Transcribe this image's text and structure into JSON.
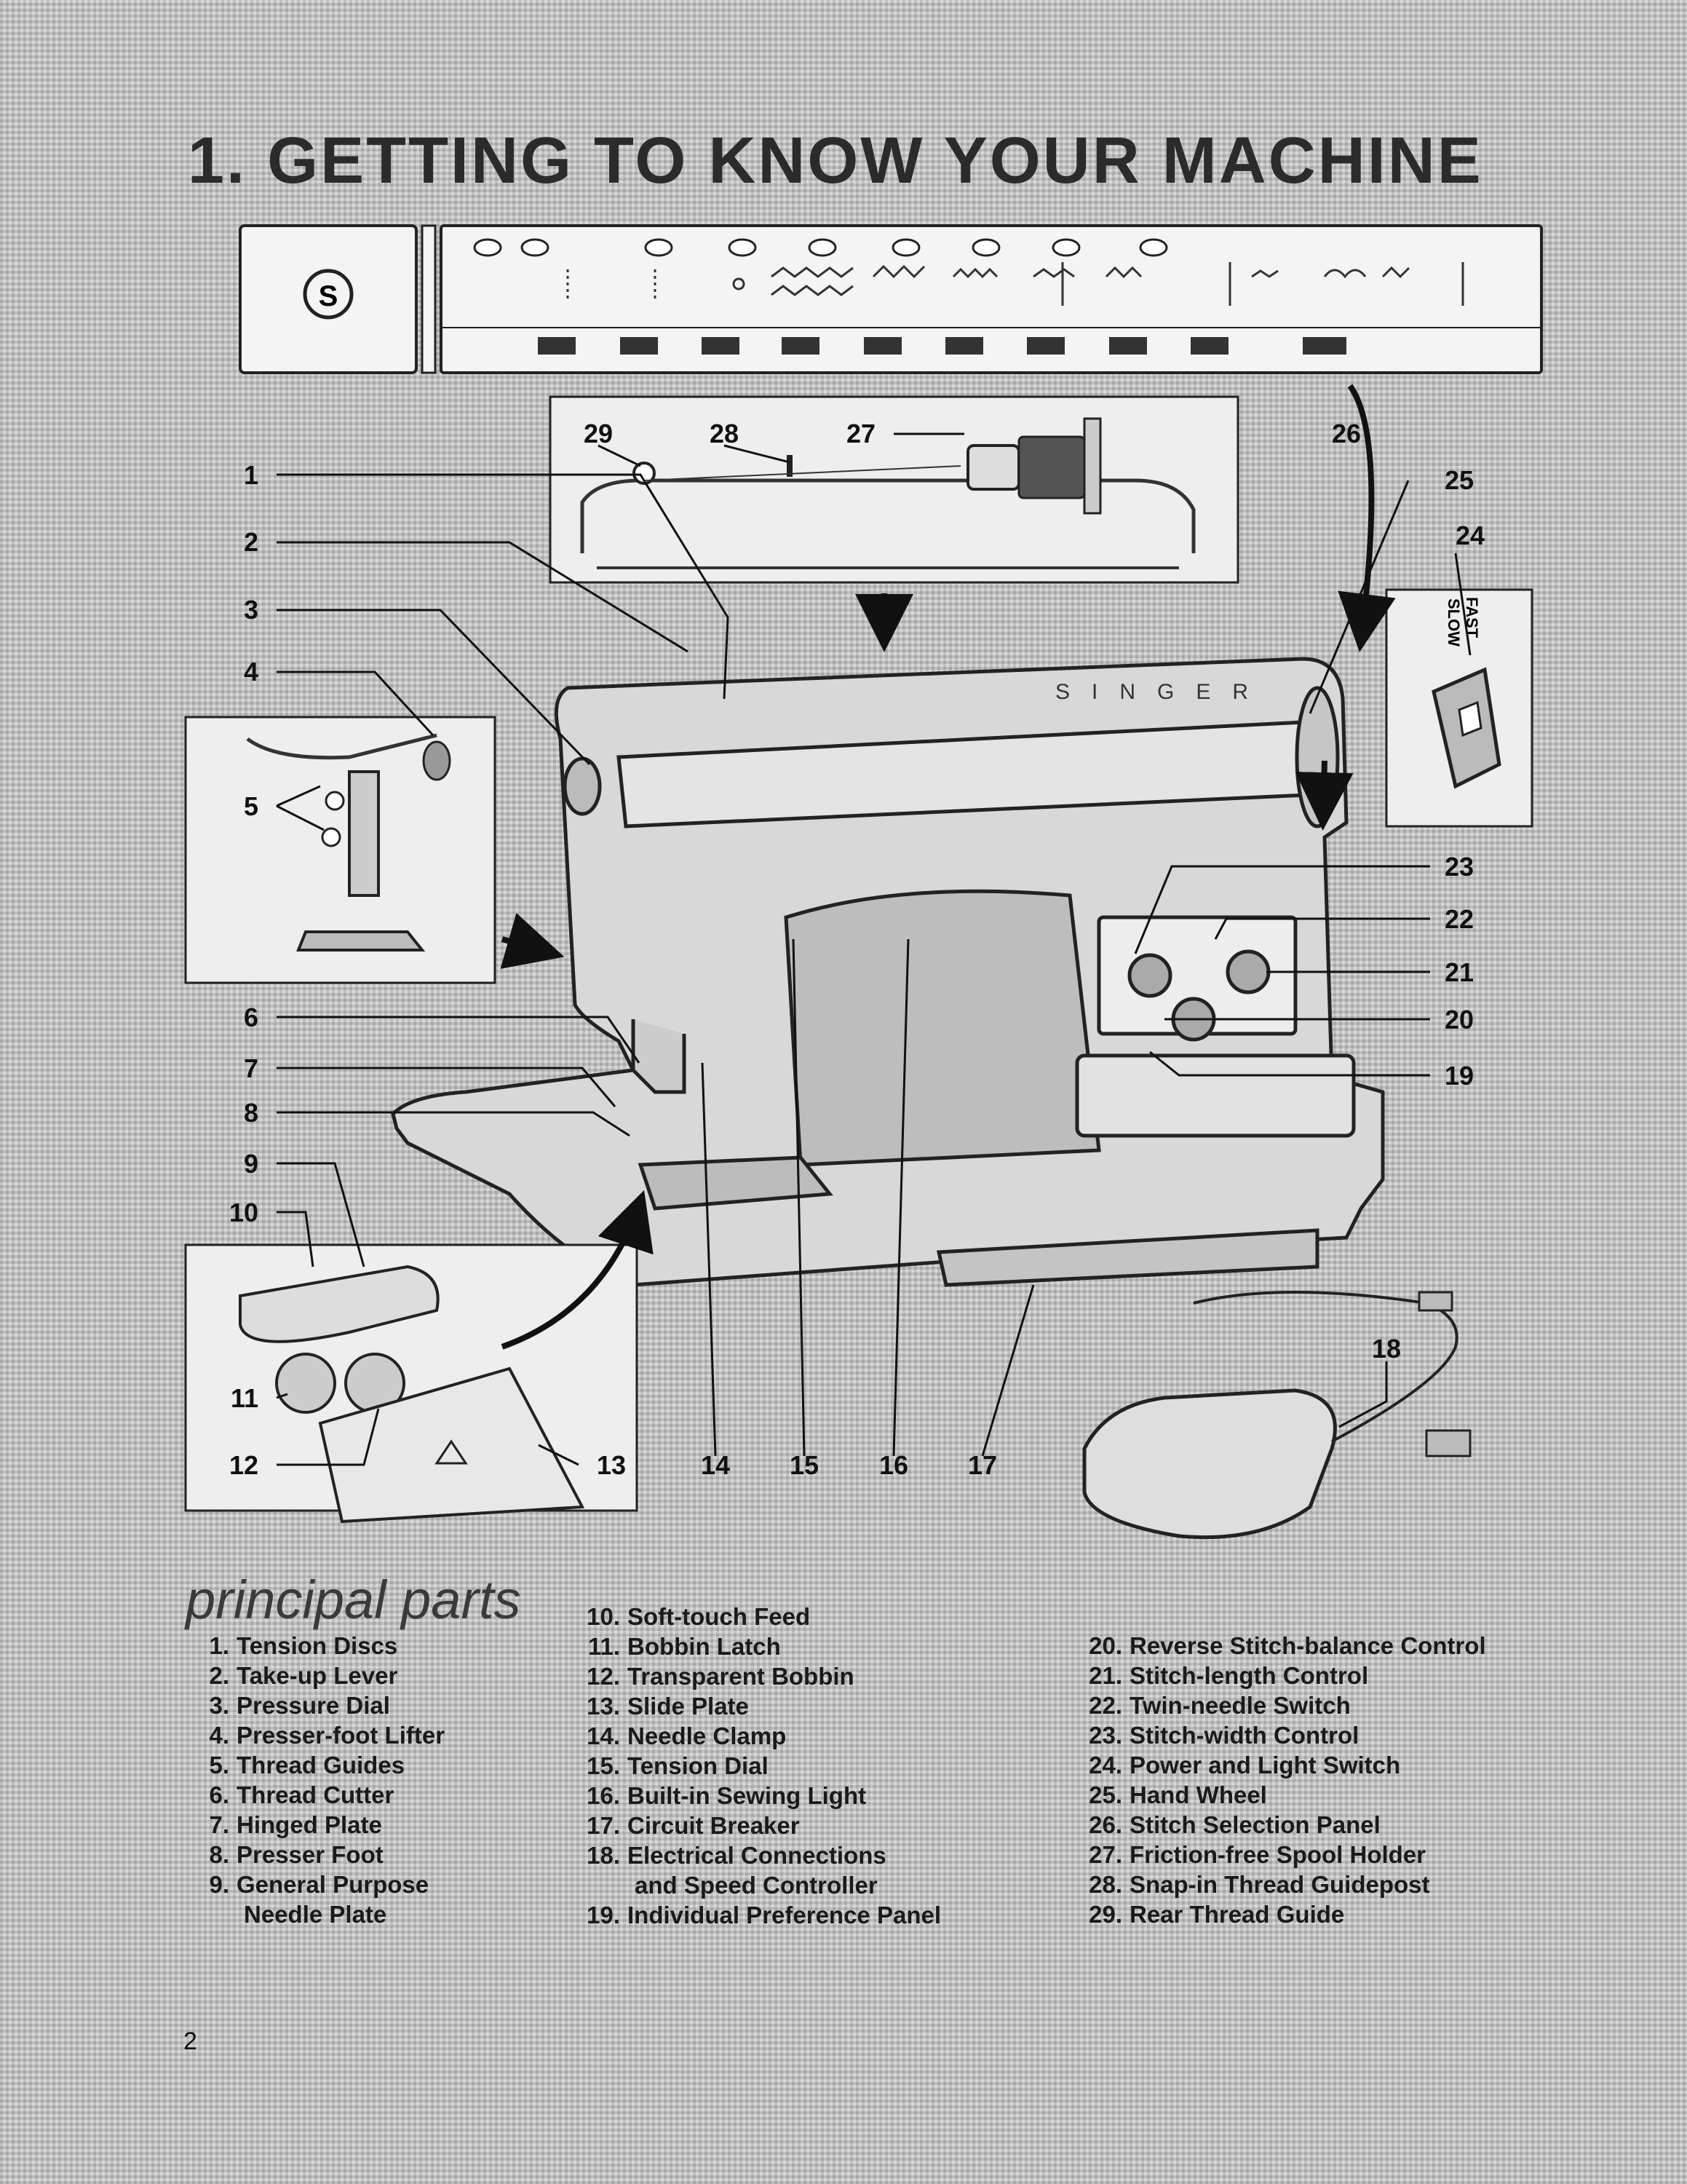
{
  "title": "1. GETTING TO KNOW YOUR MACHINE",
  "brand_logo_letter": "S",
  "brand_name": "SINGER",
  "speed_switch": {
    "fast": "FAST",
    "slow": "SLOW"
  },
  "callouts": [
    "1",
    "2",
    "3",
    "4",
    "5",
    "6",
    "7",
    "8",
    "9",
    "10",
    "11",
    "12",
    "13",
    "14",
    "15",
    "16",
    "17",
    "18",
    "19",
    "20",
    "21",
    "22",
    "23",
    "24",
    "25",
    "26",
    "27",
    "28",
    "29"
  ],
  "section_heading": "principal parts",
  "parts_col1": [
    {
      "num": "1.",
      "label": "Tension Discs"
    },
    {
      "num": "2.",
      "label": "Take-up Lever"
    },
    {
      "num": "3.",
      "label": "Pressure Dial"
    },
    {
      "num": "4.",
      "label": "Presser-foot Lifter"
    },
    {
      "num": "5.",
      "label": "Thread Guides"
    },
    {
      "num": "6.",
      "label": "Thread Cutter"
    },
    {
      "num": "7.",
      "label": "Hinged Plate"
    },
    {
      "num": "8.",
      "label": "Presser Foot"
    },
    {
      "num": "9.",
      "label": "General Purpose"
    },
    {
      "num": "",
      "label": "Needle Plate"
    }
  ],
  "parts_col2": [
    {
      "num": "10.",
      "label": "Soft-touch Feed"
    },
    {
      "num": "11.",
      "label": "Bobbin Latch"
    },
    {
      "num": "12.",
      "label": "Transparent Bobbin"
    },
    {
      "num": "13.",
      "label": "Slide Plate"
    },
    {
      "num": "14.",
      "label": "Needle Clamp"
    },
    {
      "num": "15.",
      "label": "Tension Dial"
    },
    {
      "num": "16.",
      "label": "Built-in Sewing Light"
    },
    {
      "num": "17.",
      "label": "Circuit Breaker"
    },
    {
      "num": "18.",
      "label": "Electrical Connections"
    },
    {
      "num": "",
      "label": "and Speed Controller"
    },
    {
      "num": "19.",
      "label": "Individual Preference Panel"
    }
  ],
  "parts_col3": [
    {
      "num": "20.",
      "label": "Reverse Stitch-balance Control"
    },
    {
      "num": "21.",
      "label": "Stitch-length Control"
    },
    {
      "num": "22.",
      "label": "Twin-needle Switch"
    },
    {
      "num": "23.",
      "label": "Stitch-width Control"
    },
    {
      "num": "24.",
      "label": "Power and Light Switch"
    },
    {
      "num": "25.",
      "label": "Hand Wheel"
    },
    {
      "num": "26.",
      "label": "Stitch Selection Panel"
    },
    {
      "num": "27.",
      "label": "Friction-free Spool Holder"
    },
    {
      "num": "28.",
      "label": "Snap-in Thread Guidepost"
    },
    {
      "num": "29.",
      "label": "Rear Thread Guide"
    }
  ],
  "page_number": "2"
}
